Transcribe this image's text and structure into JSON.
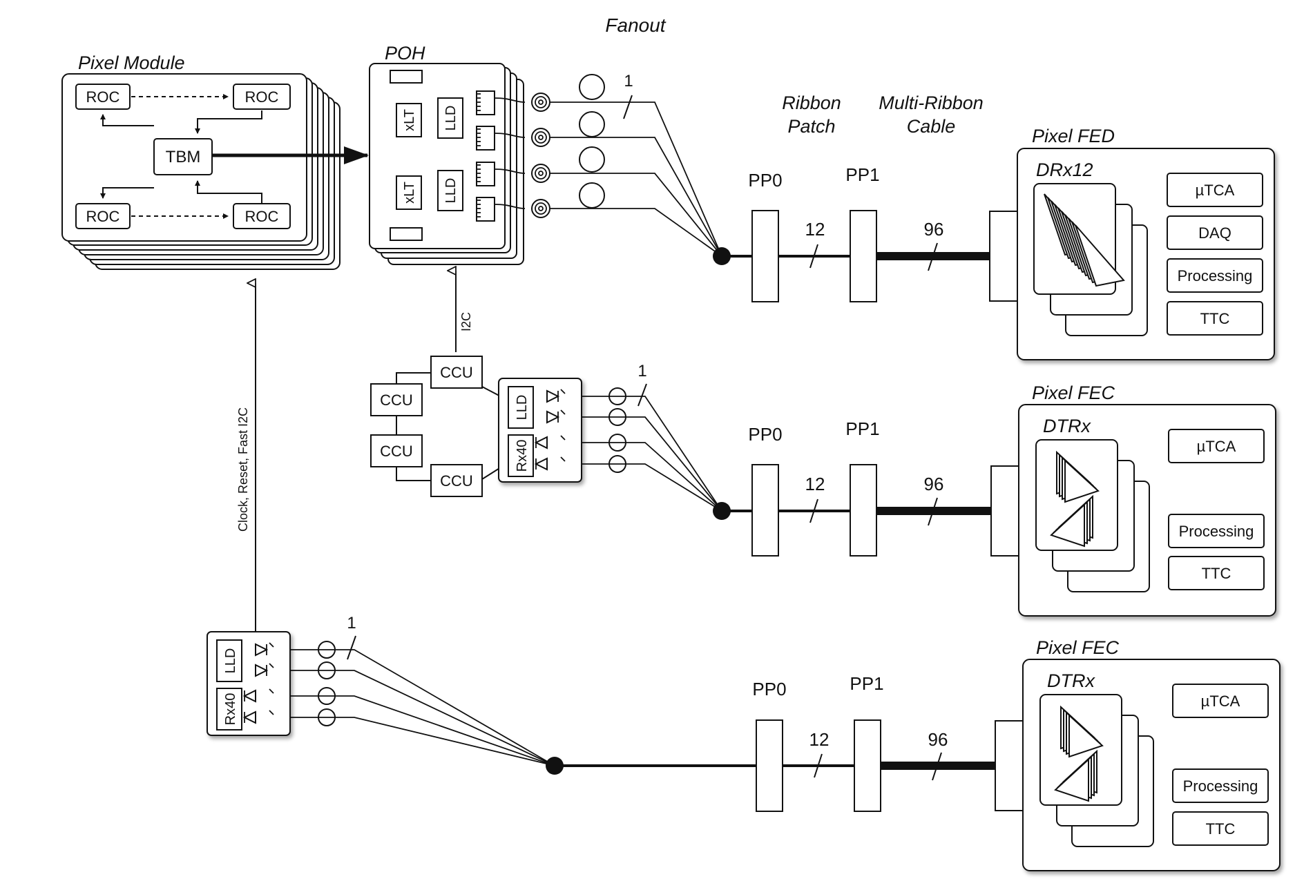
{
  "top": {
    "fanout_label": "Fanout",
    "ribbon_patch_label_line1": "Ribbon",
    "ribbon_patch_label_line2": "Patch",
    "multi_ribbon_label_line1": "Multi-Ribbon",
    "multi_ribbon_label_line2": "Cable"
  },
  "pixel_module": {
    "title": "Pixel Module",
    "roc": "ROC",
    "tbm": "TBM"
  },
  "poh": {
    "title": "POH",
    "xlt": "xLT",
    "lld": "LLD"
  },
  "row1": {
    "fiber_count": "1",
    "pp0": "PP0",
    "pp1": "PP1",
    "count_12": "12",
    "count_96": "96",
    "crate_title": "Pixel FED",
    "card_title": "DRx12",
    "buttons": [
      "µTCA",
      "DAQ",
      "Processing",
      "TTC"
    ]
  },
  "ccu_block": {
    "i2c": "I2C",
    "ccu": "CCU",
    "lld": "LLD",
    "rx40": "Rx40"
  },
  "row2": {
    "fiber_count": "1",
    "pp0": "PP0",
    "pp1": "PP1",
    "count_12": "12",
    "count_96": "96",
    "crate_title": "Pixel FEC",
    "card_title": "DTRx",
    "buttons": [
      "µTCA",
      "Processing",
      "TTC"
    ]
  },
  "row3": {
    "vertical_label": "Clock, Reset, Fast I2C",
    "lld": "LLD",
    "rx40": "Rx40",
    "fiber_count": "1",
    "pp0": "PP0",
    "pp1": "PP1",
    "count_12": "12",
    "count_96": "96",
    "crate_title": "Pixel FEC",
    "card_title": "DTRx",
    "buttons": [
      "µTCA",
      "Processing",
      "TTC"
    ]
  }
}
